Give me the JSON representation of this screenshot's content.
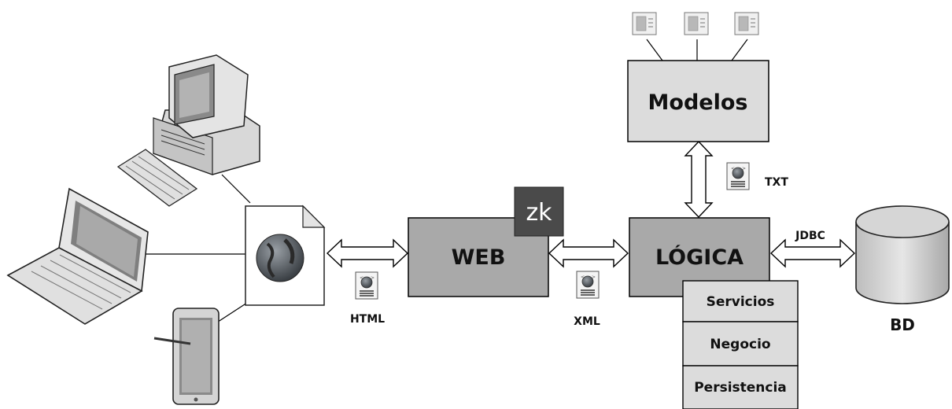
{
  "boxes": {
    "web": "WEB",
    "logica": "LÓGICA",
    "modelos": "Modelos"
  },
  "layers": [
    "Servicios",
    "Negocio",
    "Persistencia"
  ],
  "protocols": {
    "html": "HTML",
    "xml": "XML",
    "txt": "TXT",
    "jdbc": "JDBC"
  },
  "database": "BD",
  "logo_text": "zk",
  "colors": {
    "box_dark": "#a9a9a9",
    "box_light": "#dcdcdc",
    "logo_bg": "#4a4a4a",
    "arrow_fill": "#ffffff",
    "line": "#000000"
  },
  "icons": [
    "desktop-computer-icon",
    "laptop-icon",
    "tablet-icon",
    "web-page-icon",
    "document-icon",
    "database-icon",
    "model-template-icon"
  ]
}
